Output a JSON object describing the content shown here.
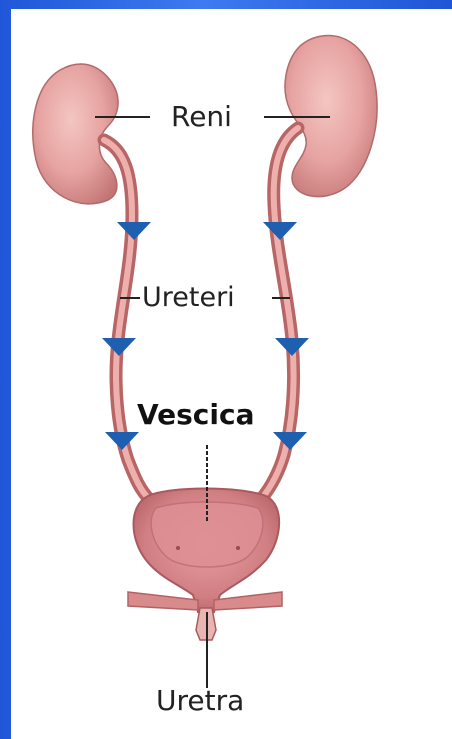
{
  "diagram": {
    "labels": {
      "kidneys": "Reni",
      "ureters": "Ureteri",
      "bladder": "Vescica",
      "urethra": "Uretra"
    },
    "colors": {
      "frame": "#2f6ae6",
      "organ": "#d98a8a",
      "organ_dark": "#b25d60",
      "arrow": "#1f5fb0",
      "pointer": "#222222"
    }
  }
}
